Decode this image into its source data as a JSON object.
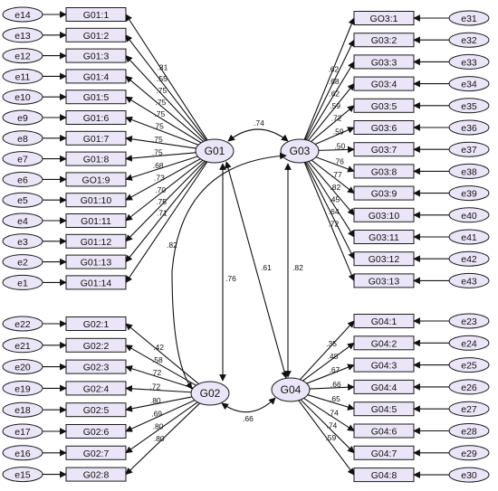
{
  "latents": {
    "g01": "G01",
    "g02": "G02",
    "g03": "G03",
    "g04": "G04"
  },
  "g01": {
    "items": [
      "G01:1",
      "G01:2",
      "G01:3",
      "G01:4",
      "G01:5",
      "G01:6",
      "G01:7",
      "G01:8",
      "GO1:9",
      "G01:10",
      "G01:11",
      "G01:12",
      "G01:13",
      "G01:14"
    ],
    "errors": [
      "e14",
      "e13",
      "e12",
      "e11",
      "e10",
      "e9",
      "e8",
      "e7",
      "e6",
      "e5",
      "e4",
      "e3",
      "e2",
      "e1"
    ],
    "loadings": [
      ".31",
      ".55",
      ".75",
      ".75",
      ".75",
      ".75",
      ".75",
      ".75",
      ".68",
      ".73",
      ".70",
      ".75",
      ".71",
      ""
    ]
  },
  "g03": {
    "items": [
      "GO3:1",
      "G03:2",
      "G03:3",
      "G03:4",
      "G03:5",
      "G03:6",
      "G03:7",
      "G03:8",
      "G03:9",
      "G03:10",
      "G03:11",
      "G03:12",
      "G03:13"
    ],
    "errors": [
      "e31",
      "e32",
      "e33",
      "e34",
      "e35",
      "e36",
      "e37",
      "e38",
      "e39",
      "e40",
      "e41",
      "e42",
      "e43"
    ],
    "loadings": [
      ".62",
      ".68",
      ".62",
      ".59",
      ".72",
      ".59",
      ".50",
      ".76",
      ".77",
      ".82",
      ".45",
      ".64",
      ".72"
    ]
  },
  "g02": {
    "items": [
      "G02:1",
      "G02:2",
      "G02:3",
      "G02:4",
      "G02:5",
      "G02:6",
      "G02:7",
      "G02:8"
    ],
    "errors": [
      "e22",
      "e21",
      "e20",
      "e19",
      "e18",
      "e17",
      "e16",
      "e15"
    ],
    "loadings": [
      ".42",
      ".58",
      ".72",
      ".72",
      ".80",
      ".69",
      ".80",
      ".80"
    ]
  },
  "g04": {
    "items": [
      "G04:1",
      "G04:2",
      "G04:3",
      "G04:4",
      "G04:5",
      "G04:6",
      "G04:7",
      "G04:8"
    ],
    "errors": [
      "e23",
      "e24",
      "e25",
      "e26",
      "e27",
      "e28",
      "e29",
      "e30"
    ],
    "loadings": [
      ".35",
      ".48",
      ".67",
      ".66",
      ".65",
      ".74",
      ".74",
      ".59"
    ]
  },
  "correlations": {
    "g01_g03": ".74",
    "g01_g02_curve": ".82",
    "g01_g02": ".76",
    "g01_g04": ".61",
    "g03_g04": ".82",
    "g02_g04": ".66"
  }
}
